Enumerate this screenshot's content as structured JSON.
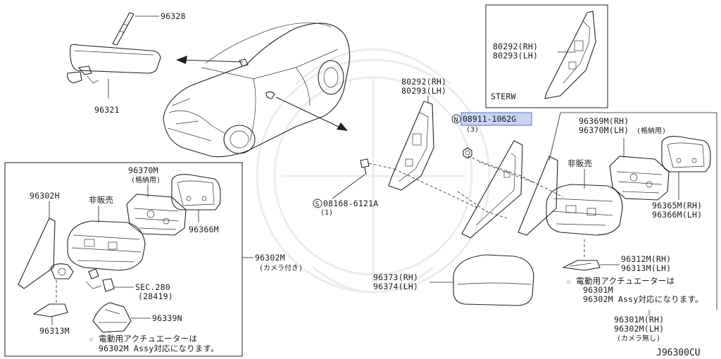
{
  "callouts": {
    "p96328": "96328",
    "p96321": "96321",
    "p80292_top": "80292(RH)",
    "p80293_top": "80293(LH)",
    "sterw": "STERW",
    "p80292_mid": "80292(RH)",
    "p80293_mid": "80293(LH)",
    "nut_symbol": "N",
    "nut_part": "08911-1062G",
    "nut_qty": "(3)",
    "screw_symbol": "S",
    "screw_part": "08168-6121A",
    "screw_qty": "(1)",
    "p96369m": "96369M(RH)",
    "p96370m_rh": "96370M(LH)",
    "p96370m_note": "(格納用)",
    "hihanbai_right": "非販売",
    "p96365m": "96365M(RH)",
    "p96366m_rh": "96366M(LH)",
    "p96312m": "96312M(RH)",
    "p96313m_rh": "96313M(LH)",
    "note_right_line1": "☆ 電動用アクチュエーターは",
    "note_right_line2a": "96301M",
    "note_right_line2b": "96302M Assy対応になります。",
    "p96301m_bottom": "96301M(RH)",
    "p96302m_bottom": "96302M(LH)",
    "camera_none": "(カメラ無し)",
    "p96373": "96373(RH)",
    "p96374": "96374(LH)",
    "p96370m_left": "96370M",
    "p96370m_left_note": "(格納用)",
    "p96302h": "96302H",
    "hihanbai_left": "非販売",
    "p96366m_left": "96366M",
    "p96302m_left": "96302M",
    "camera_with": "(カメラ付き)",
    "sec280": "SEC.280",
    "sec280_sub": "(28419)",
    "p96339n": "96339N",
    "p96313m_left": "96313M",
    "note_left_line1": "☆ 電動用アクチュエーターは",
    "note_left_line2": "96302M Assy対応になります。",
    "diagram_code": "J96300CU"
  },
  "colors": {
    "highlight_fill": "#c9d3f3",
    "highlight_stroke": "#5b6fd0",
    "line": "#222222"
  }
}
